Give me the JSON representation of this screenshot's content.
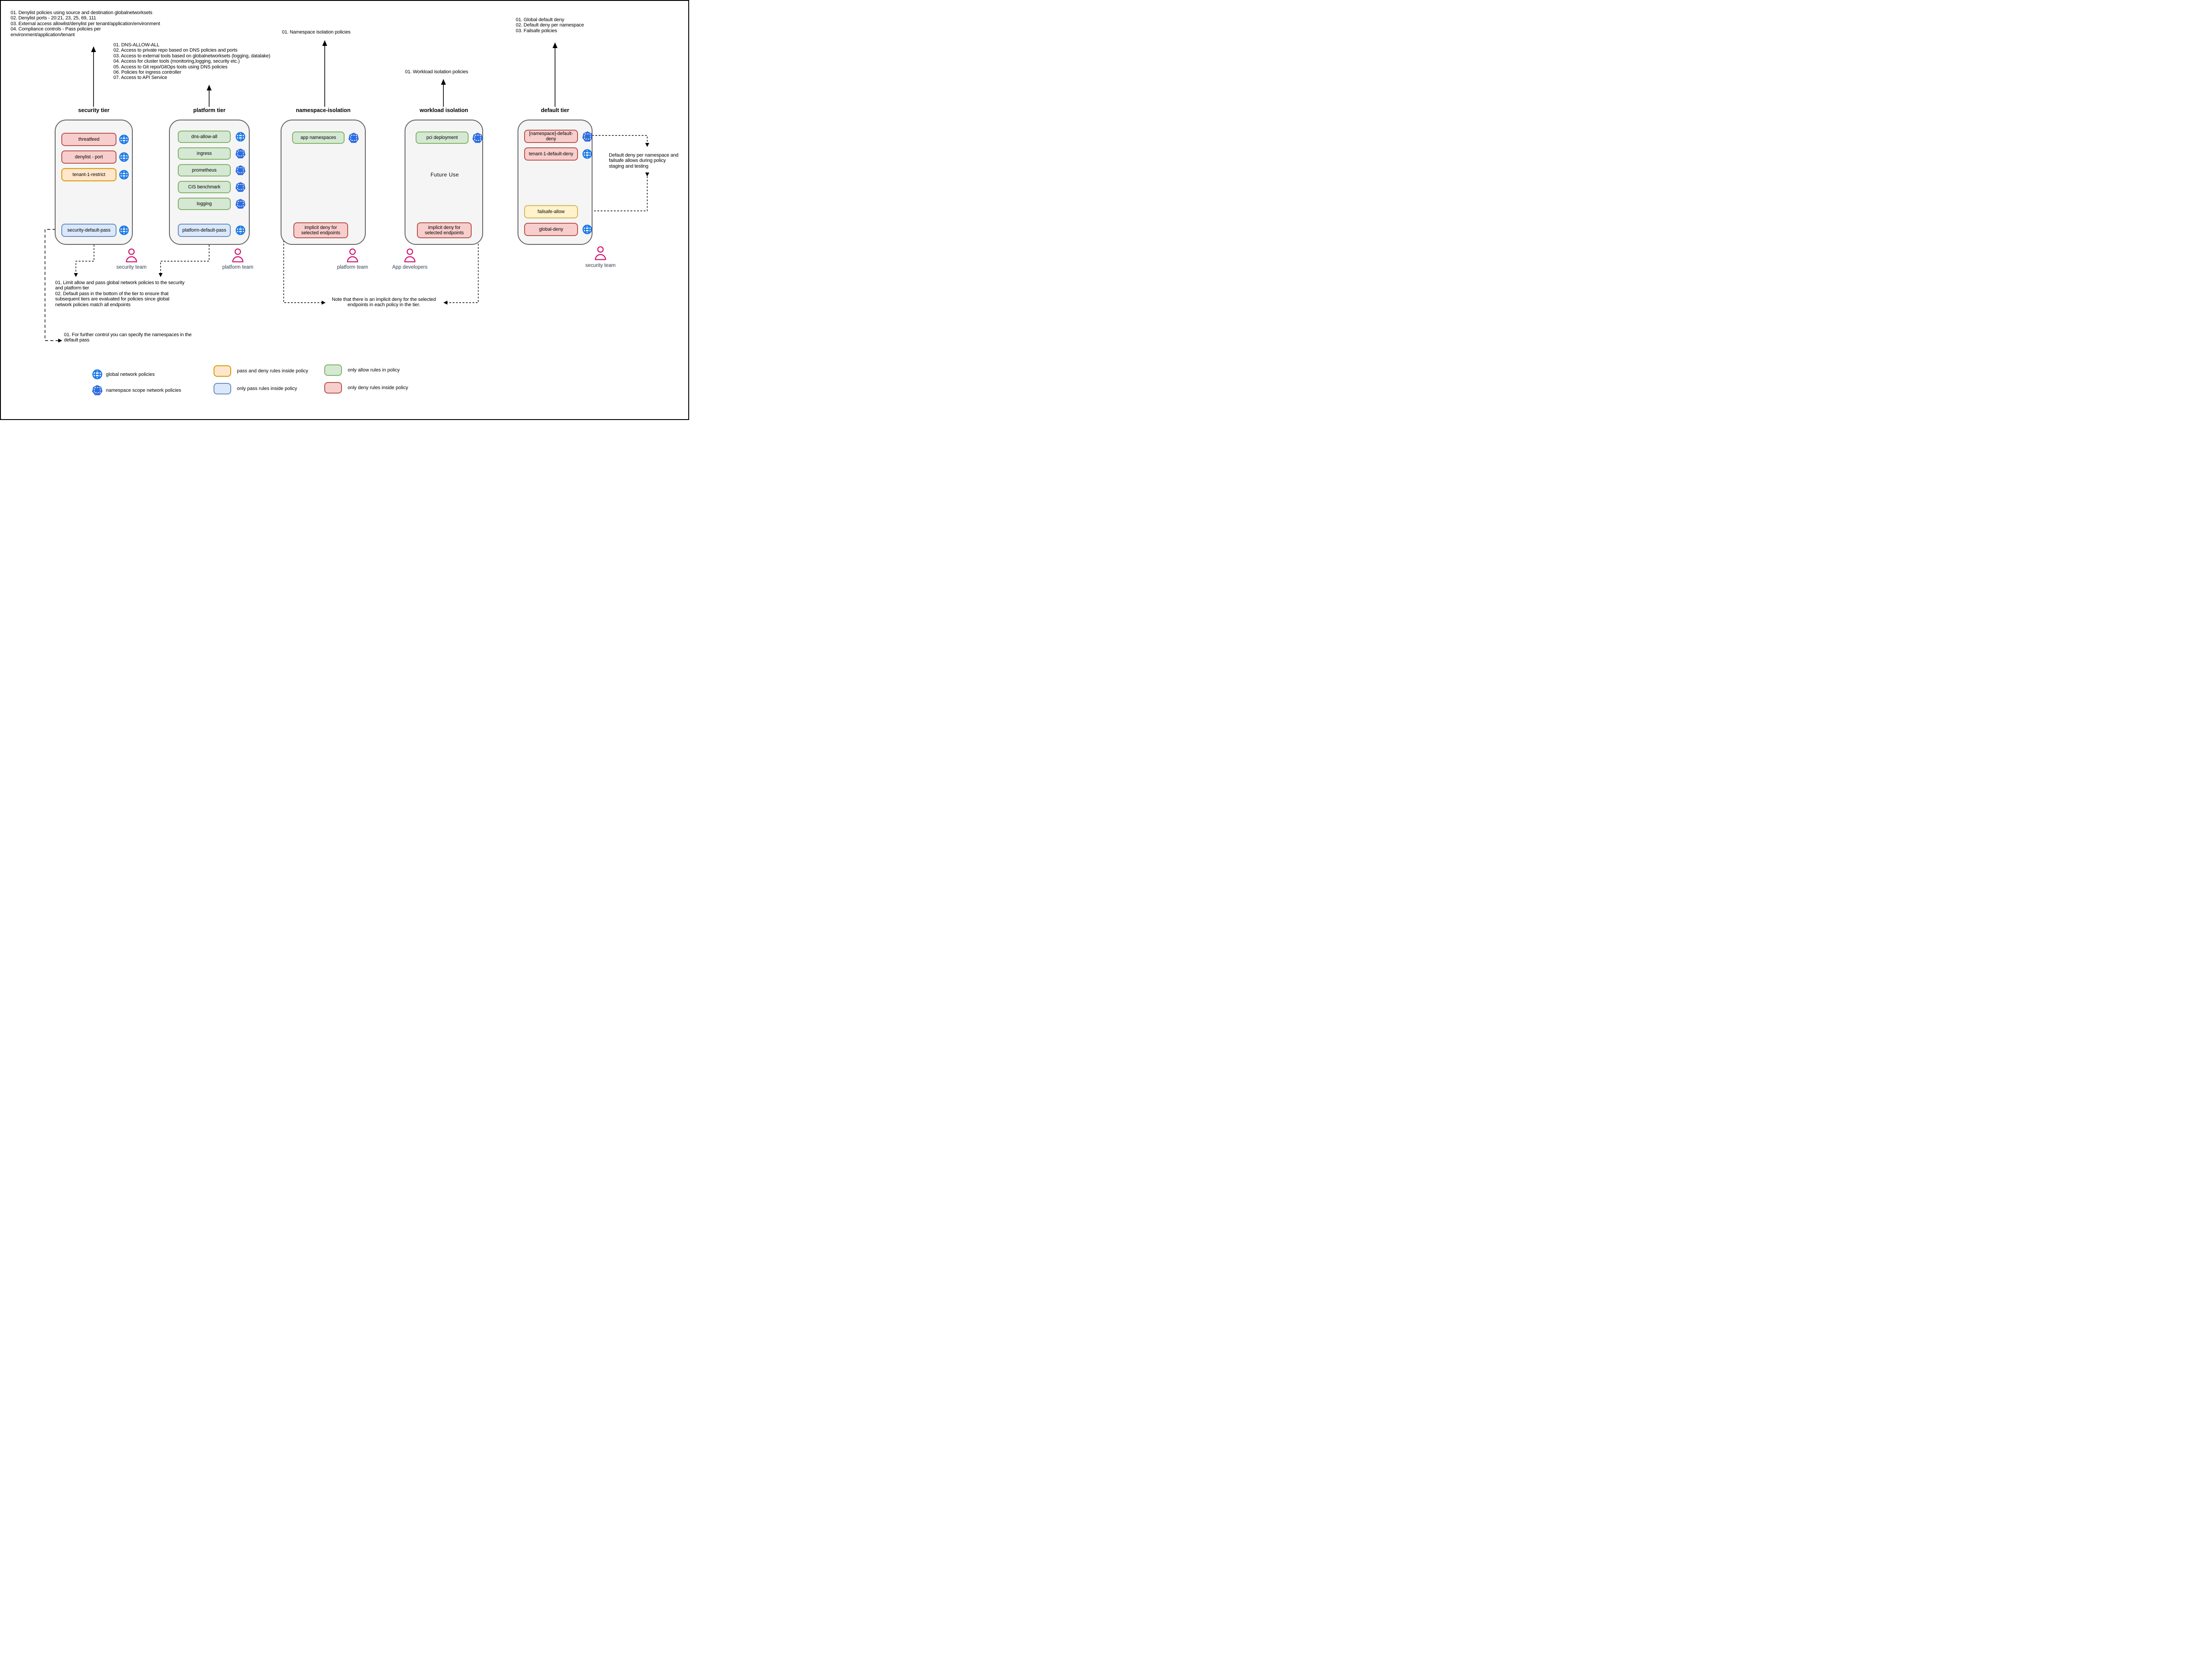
{
  "notes": {
    "top_left_lines": [
      "01. Denylist policies using source and destination globalnetworksets",
      "02. Denylist ports - 20:21, 23, 25, 69, 111",
      "03. External access allowlist/denylist per tenant/application/environment",
      "04. Compliance controls - Pass policies per",
      "environment/application/tenant"
    ],
    "platform_lines": [
      "01. DNS-ALLOW-ALL",
      "02. Access to private repo based on DNS policies and ports",
      "03. Access to external tools based on globalnetworksets (logging, datalake)",
      "04. Access for cluster tools (monitoring,logging, security etc.)",
      "05. Access to Git repo/GitOps tools using DNS policies",
      "06. Policies for ingress controller",
      "07. Access to API Service"
    ],
    "namespace_note": "01. Namespace isolation policies",
    "workload_note": "01. Workload isolation policies",
    "top_right_lines": [
      "01. Global default deny",
      "02. Default deny per namespace",
      "03. Failsafe policies"
    ],
    "right_note_lines": [
      "Default deny per namespace and",
      "failsafe allows during policy",
      "staging and testing"
    ],
    "limit_note_lines": [
      "01. Limit allow and pass global network policies to the security",
      "and platform tier",
      "02. Default pass in the bottom of the tier to ensure that",
      "subsequent tiers are evaluated for policies since global",
      "network policies match all endpoints"
    ],
    "further_note_lines": [
      "01. For further control you can specify the namespaces in the",
      "default pass"
    ],
    "implicit_note_lines": [
      "Note that there is an implicit deny for the selected",
      "endpoints in each policy in the tier."
    ]
  },
  "tiers": [
    {
      "label": "security tier",
      "policies": [
        {
          "label": "threatfeed",
          "type": "only deny rules",
          "scope": "global"
        },
        {
          "label": "denylist - port",
          "type": "only deny rules",
          "scope": "global"
        },
        {
          "label": "tenant-1-restrict",
          "type": "pass and deny rules",
          "scope": "global"
        },
        {
          "label": "security-default-pass",
          "type": "only pass rules",
          "scope": "global"
        }
      ]
    },
    {
      "label": "platform tier",
      "policies": [
        {
          "label": "dns-allow-all",
          "type": "only allow rules",
          "scope": "global"
        },
        {
          "label": "ingress",
          "type": "only allow rules",
          "scope": "namespace"
        },
        {
          "label": "prometheus",
          "type": "only allow rules",
          "scope": "namespace"
        },
        {
          "label": "CIS benchmark",
          "type": "only allow rules",
          "scope": "namespace"
        },
        {
          "label": "logging",
          "type": "only allow rules",
          "scope": "namespace"
        },
        {
          "label": "platform-default-pass",
          "type": "only pass rules",
          "scope": "global"
        }
      ]
    },
    {
      "label": "namespace-isolation",
      "policies": [
        {
          "label": "app namespaces",
          "type": "only allow rules",
          "scope": "namespace"
        },
        {
          "label": "implicit deny for selected endpoints",
          "type": "only deny rules"
        }
      ]
    },
    {
      "label": "workload isolation",
      "center_text": "Future Use",
      "policies": [
        {
          "label": "pci deployment",
          "type": "only allow rules",
          "scope": "namespace"
        },
        {
          "label": "implicit deny for selected endpoints",
          "type": "only deny rules"
        }
      ]
    },
    {
      "label": "default tier",
      "policies": [
        {
          "label": "[namespace]-default-deny",
          "type": "only deny rules",
          "scope": "namespace"
        },
        {
          "label": "tenant-1-default-deny",
          "type": "only deny rules",
          "scope": "global"
        },
        {
          "label": "failsafe-allow",
          "type": "pass and allow rules"
        },
        {
          "label": "global-deny",
          "type": "only deny rules",
          "scope": "global"
        }
      ]
    }
  ],
  "teams": [
    "security team",
    "platform team",
    "platform team",
    "App developers",
    "security team"
  ],
  "legend": {
    "global": "global network policies",
    "namespace": "namespace scope network policies",
    "pass_deny": "pass and deny rules inside policy",
    "only_pass": "only pass rules inside policy",
    "only_allow": "only allow rules in policy",
    "only_deny": "only deny rules inside policy"
  },
  "colors": {
    "globe_blue": "#1677e8",
    "namespace_blue": "#2e6cdf",
    "person_pink": "#d2136e",
    "deny_fill": "#f8cecc",
    "deny_stroke": "#b85450",
    "allow_fill": "#d5e8d4",
    "allow_stroke": "#82b366",
    "pass_fill": "#dae8fc",
    "pass_stroke": "#6c8ebf",
    "pass_deny_fill": "#ffe6cc",
    "pass_deny_stroke": "#d79b00",
    "failsafe_fill": "#fff2cc",
    "failsafe_stroke": "#d6b656",
    "tier_fill": "#f5f5f5",
    "tier_stroke": "#666666"
  }
}
